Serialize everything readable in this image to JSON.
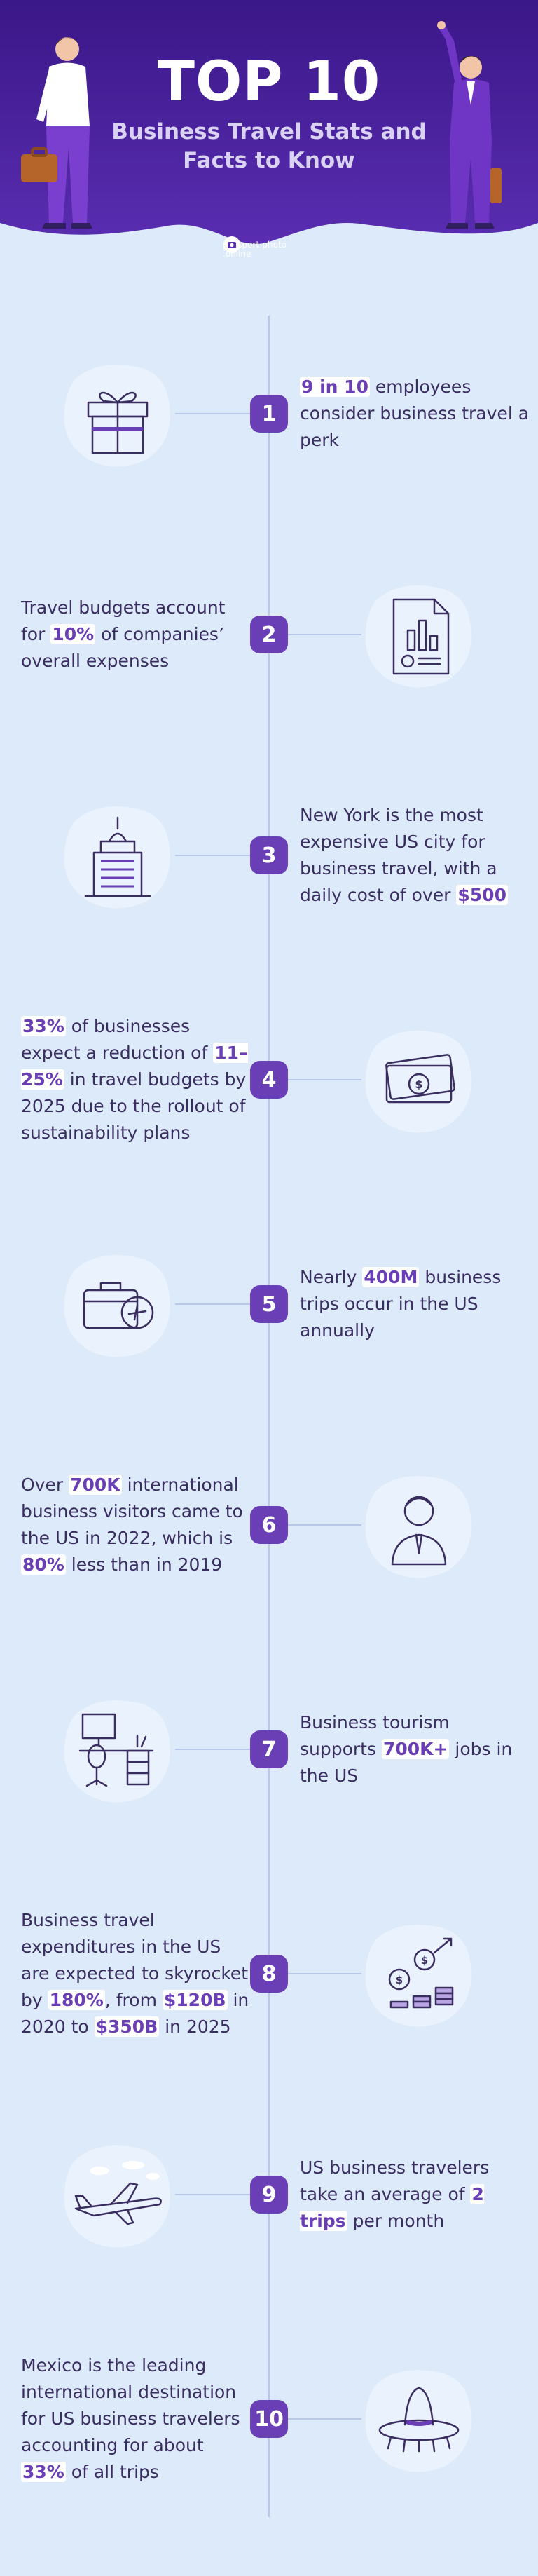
{
  "header": {
    "title": "TOP 10",
    "subtitle_line1": "Business Travel Stats and",
    "subtitle_line2": "Facts to Know",
    "brand_line1": "passport-photo",
    "brand_line2": ".online"
  },
  "facts": [
    {
      "number": "1",
      "icon": "gift-icon",
      "parts": [
        {
          "t": "9 in 10",
          "h": true
        },
        {
          "t": " employees consider business travel a perk",
          "h": false
        }
      ]
    },
    {
      "number": "2",
      "icon": "report-chart-icon",
      "parts": [
        {
          "t": "Travel budgets account for ",
          "h": false
        },
        {
          "t": "10%",
          "h": true
        },
        {
          "t": " of companies’ overall expenses",
          "h": false
        }
      ]
    },
    {
      "number": "3",
      "icon": "city-building-icon",
      "parts": [
        {
          "t": "New York is the most expensive US city for business travel, with a daily cost of over ",
          "h": false
        },
        {
          "t": "$500",
          "h": true
        }
      ]
    },
    {
      "number": "4",
      "icon": "money-bills-icon",
      "parts": [
        {
          "t": "33%",
          "h": true
        },
        {
          "t": " of businesses expect a reduction of ",
          "h": false
        },
        {
          "t": "11–25%",
          "h": true
        },
        {
          "t": " in travel budgets by 2025 due to the rollout of sustainability plans",
          "h": false
        }
      ]
    },
    {
      "number": "5",
      "icon": "suitcase-plane-icon",
      "parts": [
        {
          "t": "Nearly ",
          "h": false
        },
        {
          "t": "400M",
          "h": true
        },
        {
          "t": " business trips occur in the US annually",
          "h": false
        }
      ]
    },
    {
      "number": "6",
      "icon": "businessman-icon",
      "parts": [
        {
          "t": "Over ",
          "h": false
        },
        {
          "t": "700K",
          "h": true
        },
        {
          "t": " international business visitors came to the US in 2022, which is ",
          "h": false
        },
        {
          "t": "80%",
          "h": true
        },
        {
          "t": " less than in 2019",
          "h": false
        }
      ]
    },
    {
      "number": "7",
      "icon": "office-desk-icon",
      "parts": [
        {
          "t": "Business tourism supports ",
          "h": false
        },
        {
          "t": "700K+",
          "h": true
        },
        {
          "t": " jobs in the US",
          "h": false
        }
      ]
    },
    {
      "number": "8",
      "icon": "coins-growth-icon",
      "parts": [
        {
          "t": "Business travel expenditures in the US are expected to skyrocket by ",
          "h": false
        },
        {
          "t": "180%",
          "h": true
        },
        {
          "t": ", from ",
          "h": false
        },
        {
          "t": "$120B",
          "h": true
        },
        {
          "t": " in 2020 to ",
          "h": false
        },
        {
          "t": "$350B",
          "h": true
        },
        {
          "t": " in 2025",
          "h": false
        }
      ]
    },
    {
      "number": "9",
      "icon": "airplane-icon",
      "parts": [
        {
          "t": "US business travelers take an average of ",
          "h": false
        },
        {
          "t": "2 trips",
          "h": true
        },
        {
          "t": " per month",
          "h": false
        }
      ]
    },
    {
      "number": "10",
      "icon": "sombrero-icon",
      "parts": [
        {
          "t": "Mexico is the leading international destination for US business travelers accounting for about ",
          "h": false
        },
        {
          "t": "33%",
          "h": true
        },
        {
          "t": " of all trips",
          "h": false
        }
      ]
    }
  ],
  "colors": {
    "background": "#dceafa",
    "header_purple": "#4b1f9c",
    "accent": "#6a3fb6",
    "text": "#3a2e60"
  }
}
